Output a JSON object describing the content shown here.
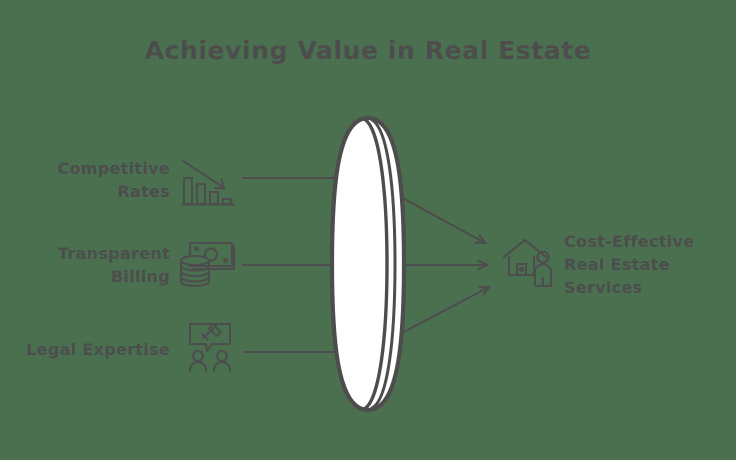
{
  "diagram": {
    "title": "Achieving Value in Real Estate",
    "background_color": "#4a7050",
    "ink_color": "#4d4d4d",
    "lens_fill_color": "#ffffff",
    "inputs": [
      {
        "label_line_1": "Competitive",
        "label_line_2": "Rates",
        "icon": "declining-bar-chart-icon"
      },
      {
        "label_line_1": "Transparent",
        "label_line_2": "Billing",
        "icon": "money-coins-icon"
      },
      {
        "label_line_1": "Legal Expertise",
        "label_line_2": "",
        "icon": "gavel-people-icon"
      }
    ],
    "output": {
      "label_line_1": "Cost-Effective",
      "label_line_2": "Real Estate",
      "label_line_3": "Services",
      "icon": "house-person-icon"
    },
    "lens": {
      "name": "converging-lens-shape"
    }
  }
}
